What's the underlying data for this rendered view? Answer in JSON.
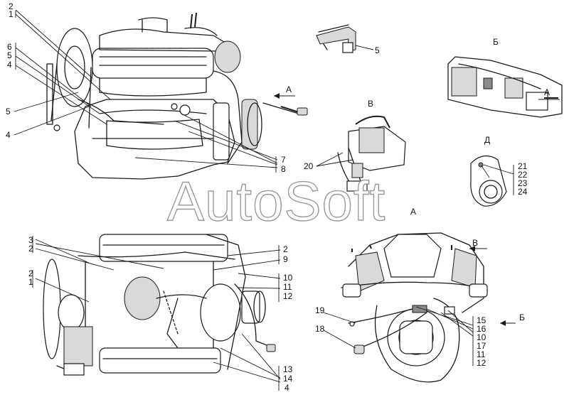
{
  "watermark": "AutoSoft",
  "view_labels": {
    "v_a_arrow": "А",
    "v_b_title": "В",
    "v_be_title": "Б",
    "v_be_arrow": "А",
    "v_d_title": "Д",
    "v_a_title": "А",
    "v_v_arrow": "В",
    "v_be_arrow2": "Б"
  },
  "callouts": {
    "tl": [
      "2",
      "1",
      "6",
      "5",
      "4",
      "5",
      "4",
      "7",
      "8"
    ],
    "part5": "5",
    "b20": "20",
    "d": [
      "21",
      "22",
      "23",
      "24"
    ],
    "bl_left": [
      "3",
      "2",
      "2",
      "1"
    ],
    "bl_right": [
      "2",
      "9",
      "10",
      "11",
      "12",
      "13",
      "14",
      "4"
    ],
    "a_left": [
      "19",
      "18"
    ],
    "a_right": [
      "15",
      "16",
      "10",
      "17",
      "11",
      "12"
    ]
  }
}
